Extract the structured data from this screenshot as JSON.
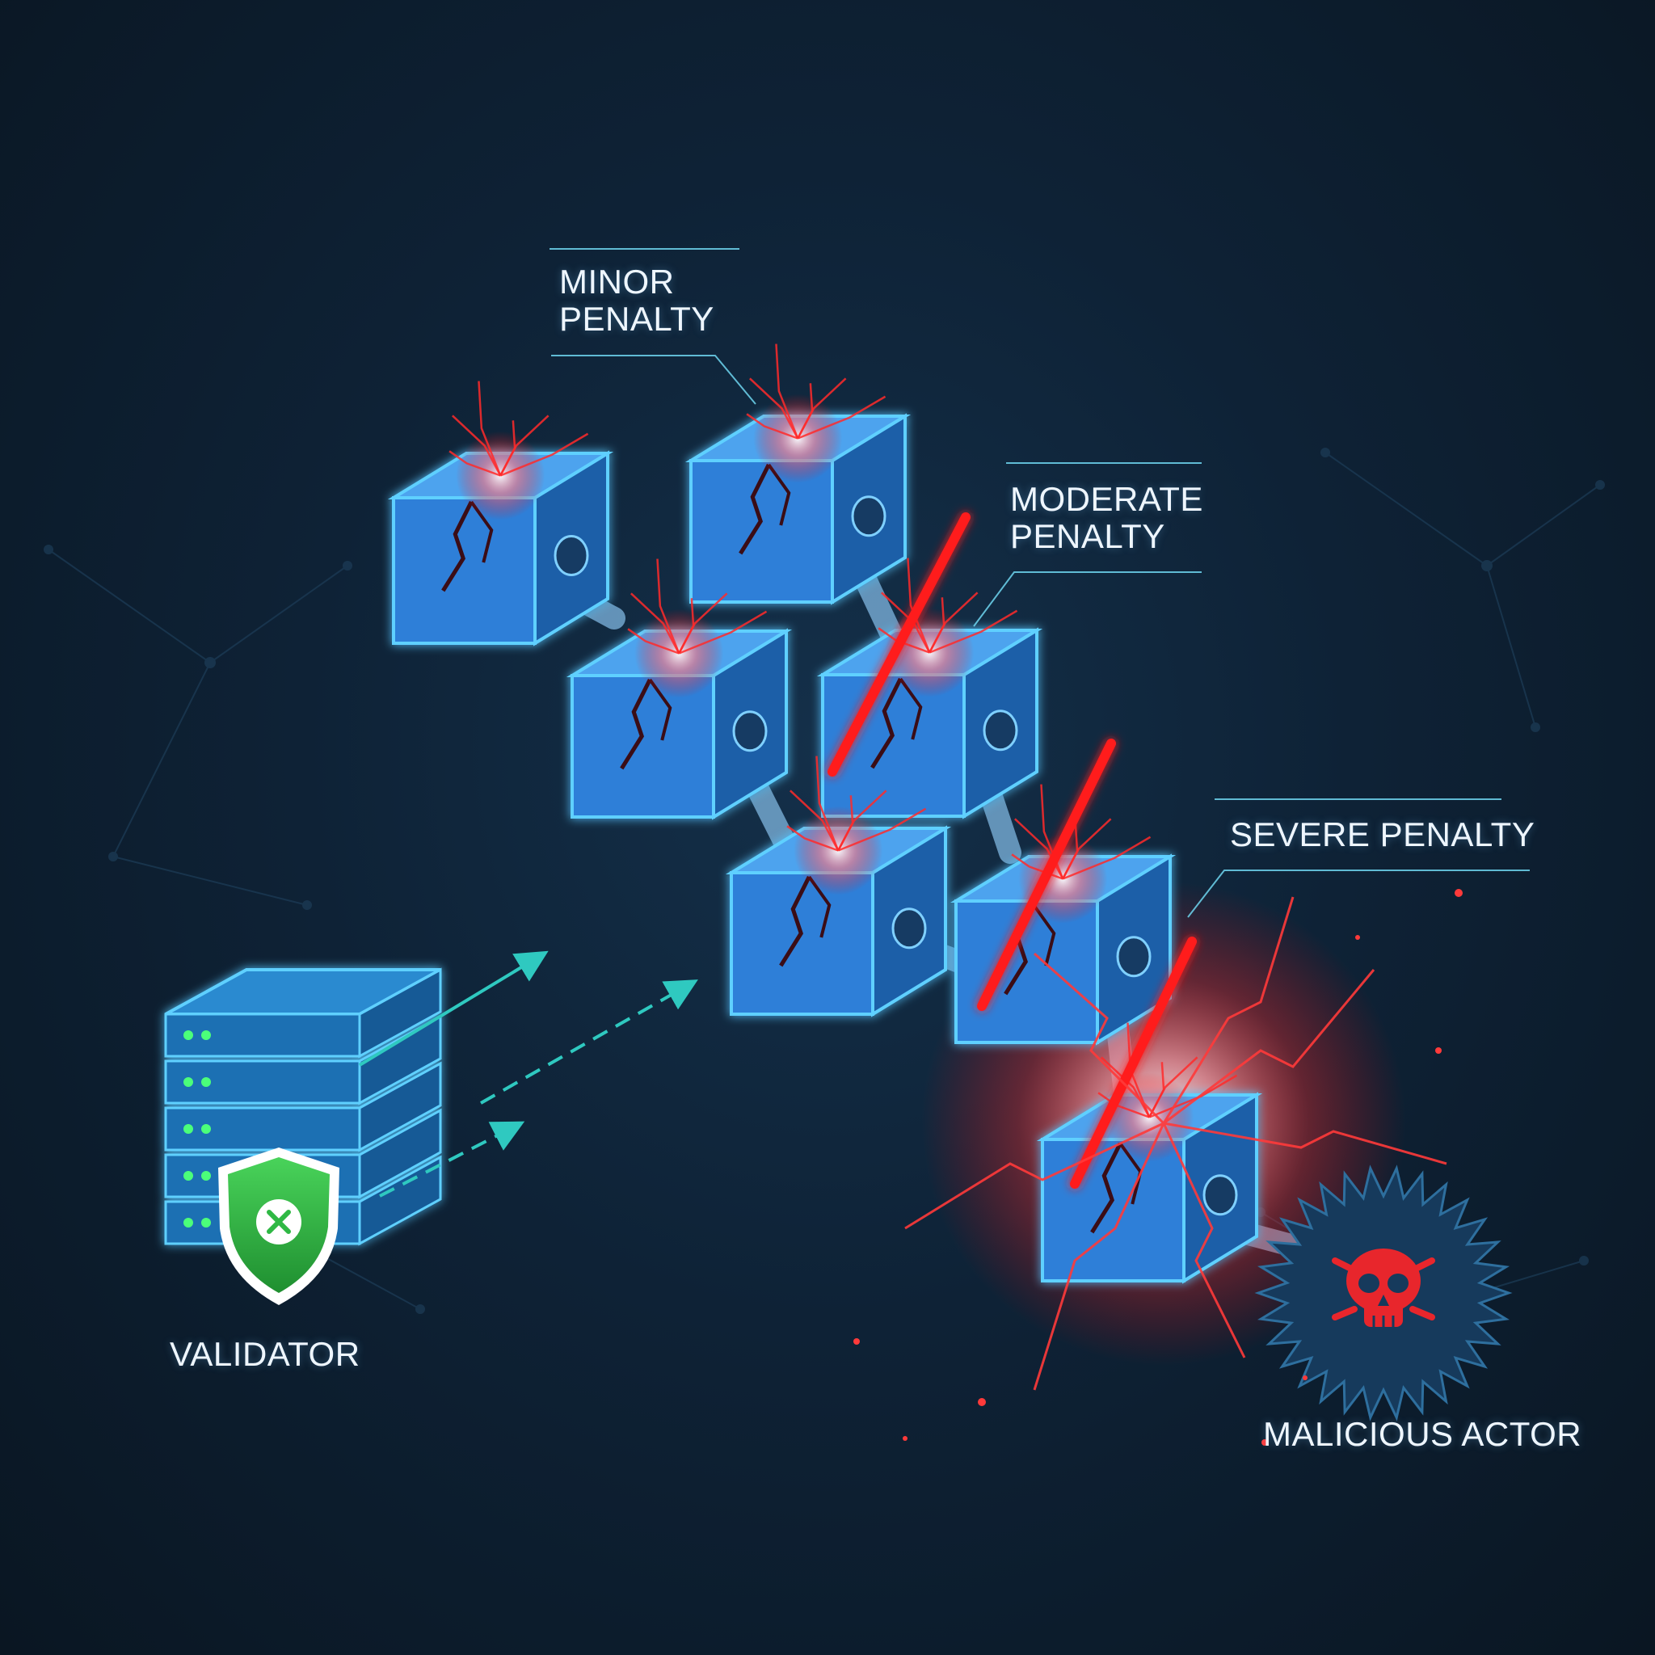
{
  "labels": {
    "minor": [
      "MINOR",
      "PENALTY"
    ],
    "moderate": [
      "MODERATE",
      "PENALTY"
    ],
    "severe": "SEVERE PENALTY",
    "validator": "VALIDATOR",
    "malicious": "MALICIOUS ACTOR"
  },
  "colors": {
    "block_front": "#2f7fd8",
    "block_top": "#4da3ee",
    "block_side": "#1f5ea8",
    "edge_glow": "#5fd0ff",
    "crack": "#ff2a2a",
    "slash": "#ff1e1e",
    "shield": "#2fb844",
    "arrow": "#2fc9c0",
    "skull": "#e8262c",
    "actor_bg": "#163a5c"
  },
  "icons": [
    "server-icon",
    "shield-icon",
    "skull-icon",
    "lightning-icon"
  ]
}
